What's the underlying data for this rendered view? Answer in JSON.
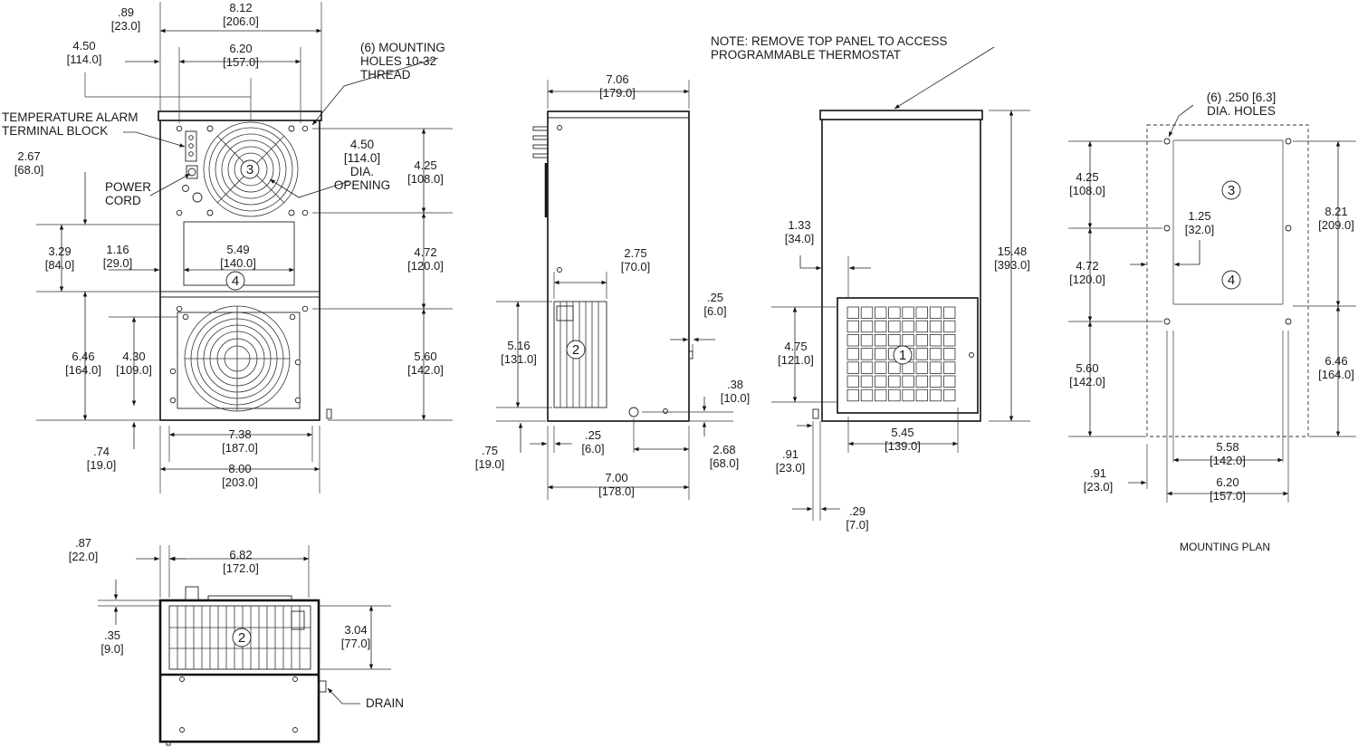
{
  "dims": {
    "d812": [
      "8.12",
      "[206.0]"
    ],
    "d089": [
      ".89",
      "[23.0]"
    ],
    "d450a": [
      "4.50",
      "[114.0]"
    ],
    "d620a": [
      "6.20",
      "[157.0]"
    ],
    "d267": [
      "2.67",
      "[68.0]"
    ],
    "d425a": [
      "4.25",
      "[108.0]"
    ],
    "d329": [
      "3.29",
      "[84.0]"
    ],
    "d116": [
      "1.16",
      "[29.0]"
    ],
    "d549": [
      "5.49",
      "[140.0]"
    ],
    "d472a": [
      "4.72",
      "[120.0]"
    ],
    "d646a": [
      "6.46",
      "[164.0]"
    ],
    "d430": [
      "4.30",
      "[109.0]"
    ],
    "d560a": [
      "5.60",
      "[142.0]"
    ],
    "d074": [
      ".74",
      "[19.0]"
    ],
    "d738": [
      "7.38",
      "[187.0]"
    ],
    "d800": [
      "8.00",
      "[203.0]"
    ],
    "d706": [
      "7.06",
      "[179.0]"
    ],
    "d275": [
      "2.75",
      "[70.0]"
    ],
    "d025a": [
      ".25",
      "[6.0]"
    ],
    "d516": [
      "5.16",
      "[131.0]"
    ],
    "d038": [
      ".38",
      "[10.0]"
    ],
    "d075": [
      ".75",
      "[19.0]"
    ],
    "d025b": [
      ".25",
      "[6.0]"
    ],
    "d268": [
      "2.68",
      "[68.0]"
    ],
    "d700": [
      "7.00",
      "[178.0]"
    ],
    "d133": [
      "1.33",
      "[34.0]"
    ],
    "d1548": [
      "15.48",
      "[393.0]"
    ],
    "d475": [
      "4.75",
      "[121.0]"
    ],
    "d545": [
      "5.45",
      "[139.0]"
    ],
    "d091a": [
      ".91",
      "[23.0]"
    ],
    "d029": [
      ".29",
      "[7.0]"
    ],
    "d425b": [
      "4.25",
      "[108.0]"
    ],
    "d125": [
      "1.25",
      "[32.0]"
    ],
    "d821": [
      "8.21",
      "[209.0]"
    ],
    "d472b": [
      "4.72",
      "[120.0]"
    ],
    "d560b": [
      "5.60",
      "[142.0]"
    ],
    "d646b": [
      "6.46",
      "[164.0]"
    ],
    "d558": [
      "5.58",
      "[142.0]"
    ],
    "d091b": [
      ".91",
      "[23.0]"
    ],
    "d620b": [
      "6.20",
      "[157.0]"
    ],
    "d087": [
      ".87",
      "[22.0]"
    ],
    "d682": [
      "6.82",
      "[172.0]"
    ],
    "d035": [
      ".35",
      "[9.0]"
    ],
    "d304": [
      "3.04",
      "[77.0]"
    ]
  },
  "notes": {
    "mounting_holes": [
      "(6) MOUNTING",
      "HOLES 10-32",
      "THREAD"
    ],
    "temp_alarm": [
      "TEMPERATURE ALARM",
      "TERMINAL BLOCK"
    ],
    "power_cord": [
      "POWER",
      "CORD"
    ],
    "dia_opening": [
      "4.50",
      "[114.0]",
      "DIA.",
      "OPENING"
    ],
    "top_panel": [
      "NOTE: REMOVE TOP PANEL TO ACCESS",
      "PROGRAMMABLE THERMOSTAT"
    ],
    "dia_holes": [
      "(6) .250 [6.3]",
      "DIA. HOLES"
    ],
    "mounting_plan": "MOUNTING PLAN",
    "drain": "DRAIN"
  },
  "callouts": {
    "c1": "1",
    "c2_side": "2",
    "c2_bottom": "2",
    "c3_front": "3",
    "c3_plan": "3",
    "c4_front": "4",
    "c4_plan": "4"
  },
  "colors": {
    "line": "#111111",
    "background": "#ffffff"
  }
}
